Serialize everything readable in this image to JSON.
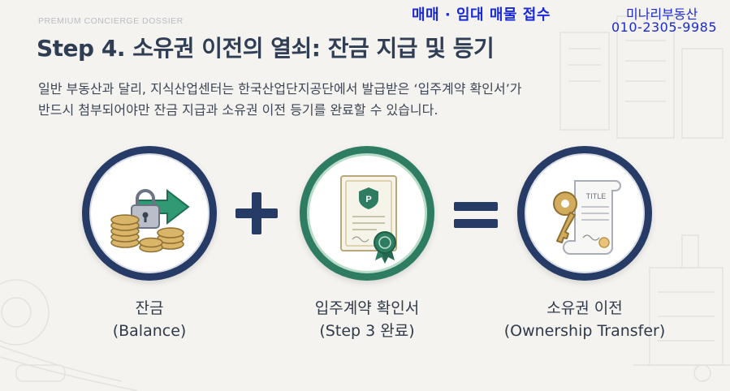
{
  "header": {
    "kicker": "PREMIUM CONCIERGE DOSSIER",
    "title": "Step 4. 소유권 이전의 열쇠: 잔금 지급 및 등기",
    "description_line1": "일반 부동산과 달리, 지식산업센터는 한국산업단지공단에서 발급받은 ‘입주계약 확인서’가",
    "description_line2": "반드시 첨부되어야만 잔금 지급과 소유권 이전 등기를 완료할 수 있습니다."
  },
  "ad": {
    "main": "매매 · 임대  매물 접수",
    "agency": "미나리부동산",
    "phone": "010-2305-9985",
    "color": "#1a2ad6"
  },
  "equation": {
    "item1": {
      "label": "잔금",
      "sublabel": "(Balance)",
      "icon": "coins-lock-arrow-icon"
    },
    "operator1": "plus-icon",
    "item2": {
      "label": "입주계약 확인서",
      "sublabel": "(Step 3 완료)",
      "icon": "certificate-icon"
    },
    "operator2": "equals-icon",
    "item3": {
      "label": "소유권 이전",
      "sublabel": "(Ownership Transfer)",
      "icon": "key-title-deed-icon",
      "deed_text": "TITLE"
    }
  },
  "colors": {
    "navy": "#263b66",
    "green": "#2e7d62",
    "background": "#f4f3ef"
  }
}
